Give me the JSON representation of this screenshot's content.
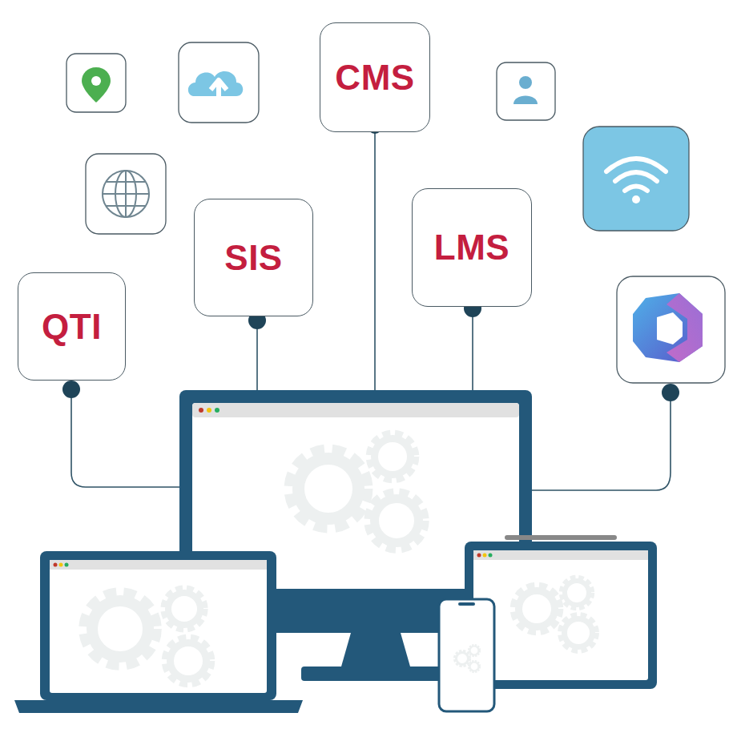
{
  "diagram": {
    "nodes": [
      {
        "text": [
          "CMS"
        ]
      },
      {
        "text": [
          "SIS"
        ]
      },
      {
        "text": [
          "LMS"
        ]
      },
      {
        "text": [
          "QTI"
        ]
      }
    ]
  }
}
